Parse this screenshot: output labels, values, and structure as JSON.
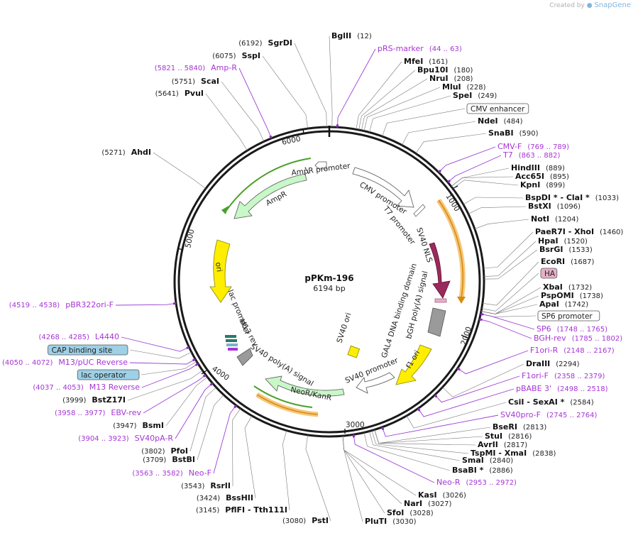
{
  "credit": {
    "prefix": "Created by",
    "brand": "SnapGene"
  },
  "plasmid": {
    "name": "pPKm-196",
    "size": "6194 bp"
  },
  "ticks": [
    "1000",
    "2000",
    "3000",
    "4000",
    "5000",
    "6000"
  ],
  "features": {
    "cmv_promoter": "CMV promoter",
    "t7_promoter": "T7 promoter",
    "sv40_nls": "SV40 NLS",
    "gal4": "GAL4 DNA binding domain",
    "bgh": "bGH poly(A) signal",
    "f1_ori": "f1 ori",
    "sv40_promoter": "SV40 promoter",
    "sv40_ori": "SV40 ori",
    "neor": "NeoR/KanR",
    "sv40_polya": "SV40 poly(A) signal",
    "m13_rev": "M13 rev",
    "lac_promoter": "lac promoter",
    "ori": "ori",
    "ampr": "AmpR",
    "ampr_promoter": "AmpR promoter"
  },
  "right_labels": [
    {
      "name": "BglII",
      "pos": "(12)"
    },
    {
      "name": "pRS-marker",
      "pos": "(44 .. 63)"
    },
    {
      "name": "MfeI",
      "pos": "(161)"
    },
    {
      "name": "Bpu10I",
      "pos": "(180)"
    },
    {
      "name": "NruI",
      "pos": "(208)"
    },
    {
      "name": "MluI",
      "pos": "(228)"
    },
    {
      "name": "SpeI",
      "pos": "(249)"
    },
    {
      "name": "CMV enhancer",
      "pos": ""
    },
    {
      "name": "NdeI",
      "pos": "(484)"
    },
    {
      "name": "SnaBI",
      "pos": "(590)"
    },
    {
      "name": "CMV-F",
      "pos": "(769 .. 789)"
    },
    {
      "name": "T7",
      "pos": "(863 .. 882)"
    },
    {
      "name": "HindIII",
      "pos": "(889)"
    },
    {
      "name": "Acc65I",
      "pos": "(895)"
    },
    {
      "name": "KpnI",
      "pos": "(899)"
    },
    {
      "name": "BspDI * - ClaI *",
      "pos": "(1033)"
    },
    {
      "name": "BstXI",
      "pos": "(1096)"
    },
    {
      "name": "NotI",
      "pos": "(1204)"
    },
    {
      "name": "PaeR7I - XhoI",
      "pos": "(1460)"
    },
    {
      "name": "HpaI",
      "pos": "(1520)"
    },
    {
      "name": "BsrGI",
      "pos": "(1533)"
    },
    {
      "name": "EcoRI",
      "pos": "(1687)"
    },
    {
      "name": "HA",
      "pos": ""
    },
    {
      "name": "XbaI",
      "pos": "(1732)"
    },
    {
      "name": "PspOMI",
      "pos": "(1738)"
    },
    {
      "name": "ApaI",
      "pos": "(1742)"
    },
    {
      "name": "SP6 promoter",
      "pos": ""
    },
    {
      "name": "SP6",
      "pos": "(1748 .. 1765)"
    },
    {
      "name": "BGH-rev",
      "pos": "(1785 .. 1802)"
    },
    {
      "name": "F1ori-R",
      "pos": "(2148 .. 2167)"
    },
    {
      "name": "DraIII",
      "pos": "(2294)"
    },
    {
      "name": "F1ori-F",
      "pos": "(2358 .. 2379)"
    },
    {
      "name": "pBABE 3'",
      "pos": "(2498 .. 2518)"
    },
    {
      "name": "CsiI - SexAI *",
      "pos": "(2584)"
    },
    {
      "name": "SV40pro-F",
      "pos": "(2745 .. 2764)"
    },
    {
      "name": "BseRI",
      "pos": "(2813)"
    },
    {
      "name": "StuI",
      "pos": "(2816)"
    },
    {
      "name": "AvrII",
      "pos": "(2817)"
    },
    {
      "name": "TspMI - XmaI",
      "pos": "(2838)"
    },
    {
      "name": "SmaI",
      "pos": "(2840)"
    },
    {
      "name": "BsaBI *",
      "pos": "(2886)"
    },
    {
      "name": "Neo-R",
      "pos": "(2953 .. 2972)"
    },
    {
      "name": "KasI",
      "pos": "(3026)"
    },
    {
      "name": "NarI",
      "pos": "(3027)"
    },
    {
      "name": "SfoI",
      "pos": "(3028)"
    },
    {
      "name": "PluTI",
      "pos": "(3030)"
    }
  ],
  "left_labels": [
    {
      "name": "SgrDI",
      "pos": "(6192)"
    },
    {
      "name": "SspI",
      "pos": "(6075)"
    },
    {
      "name": "Amp-R",
      "pos": "(5821 .. 5840)"
    },
    {
      "name": "ScaI",
      "pos": "(5751)"
    },
    {
      "name": "PvuI",
      "pos": "(5641)"
    },
    {
      "name": "AhdI",
      "pos": "(5271)"
    },
    {
      "name": "pBR322ori-F",
      "pos": "(4519 .. 4538)"
    },
    {
      "name": "L4440",
      "pos": "(4268 .. 4285)"
    },
    {
      "name": "CAP binding site",
      "pos": ""
    },
    {
      "name": "M13/pUC Reverse",
      "pos": "(4050 .. 4072)"
    },
    {
      "name": "lac operator",
      "pos": ""
    },
    {
      "name": "M13 Reverse",
      "pos": "(4037 .. 4053)"
    },
    {
      "name": "BstZ17I",
      "pos": "(3999)"
    },
    {
      "name": "EBV-rev",
      "pos": "(3958 .. 3977)"
    },
    {
      "name": "BsmI",
      "pos": "(3947)"
    },
    {
      "name": "SV40pA-R",
      "pos": "(3904 .. 3923)"
    },
    {
      "name": "PfoI",
      "pos": "(3802)"
    },
    {
      "name": "BstBI",
      "pos": "(3709)"
    },
    {
      "name": "Neo-F",
      "pos": "(3563 .. 3582)"
    },
    {
      "name": "RsrII",
      "pos": "(3543)"
    },
    {
      "name": "BssHII",
      "pos": "(3424)"
    },
    {
      "name": "PflFI - Tth111I",
      "pos": "(3145)"
    },
    {
      "name": "PstI",
      "pos": "(3080)"
    }
  ],
  "colors": {
    "backbone": "#1a1a1a",
    "primer": "#a634d6",
    "primer_dark": "#8a2ab8",
    "enzyme_line": "#777777",
    "promoter_fill": "#ffffff",
    "ampr_fill": "#c8f7c8",
    "ori_fill": "#ffee00",
    "nls_fill": "#9b2a5c",
    "bgh_fill": "#999999",
    "orf_arrow": "#f0a020",
    "orf_green": "#4aa02a",
    "ha_box": "#e6b0c8",
    "cap_box": "#9ed0e6"
  }
}
